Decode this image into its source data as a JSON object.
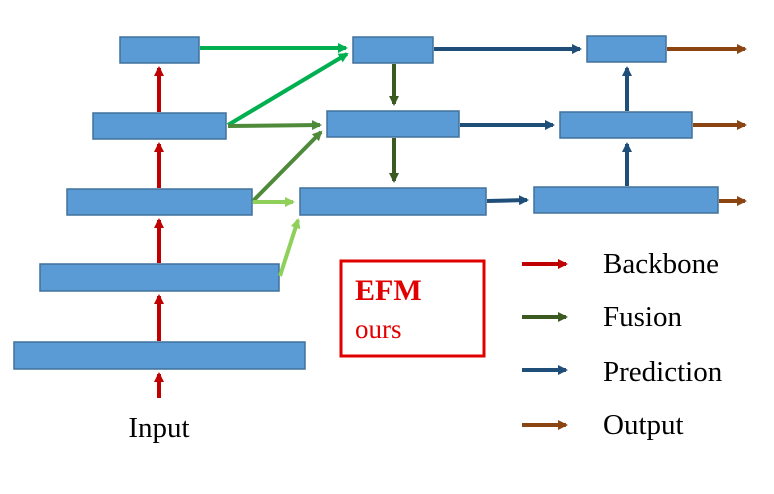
{
  "input_label": "Input",
  "efm_box": {
    "title": "EFM",
    "subtitle": "ours"
  },
  "legend": [
    {
      "label": "Backbone",
      "color": "#c00000"
    },
    {
      "label": "Fusion",
      "color": "#3a5a22"
    },
    {
      "label": "Prediction",
      "color": "#1f4e79"
    },
    {
      "label": "Output",
      "color": "#8b4513"
    }
  ],
  "colors": {
    "block_fill": "#5b9bd5",
    "block_stroke": "#41719c",
    "backbone": "#c00000",
    "fusion_dark": "#3a5a22",
    "fusion_mid": "#4e8a3a",
    "fusion_light": "#8ed05a",
    "fusion_bright": "#00b050",
    "prediction": "#1f4e79",
    "output": "#8b4513",
    "efm_red": "#e00000"
  }
}
